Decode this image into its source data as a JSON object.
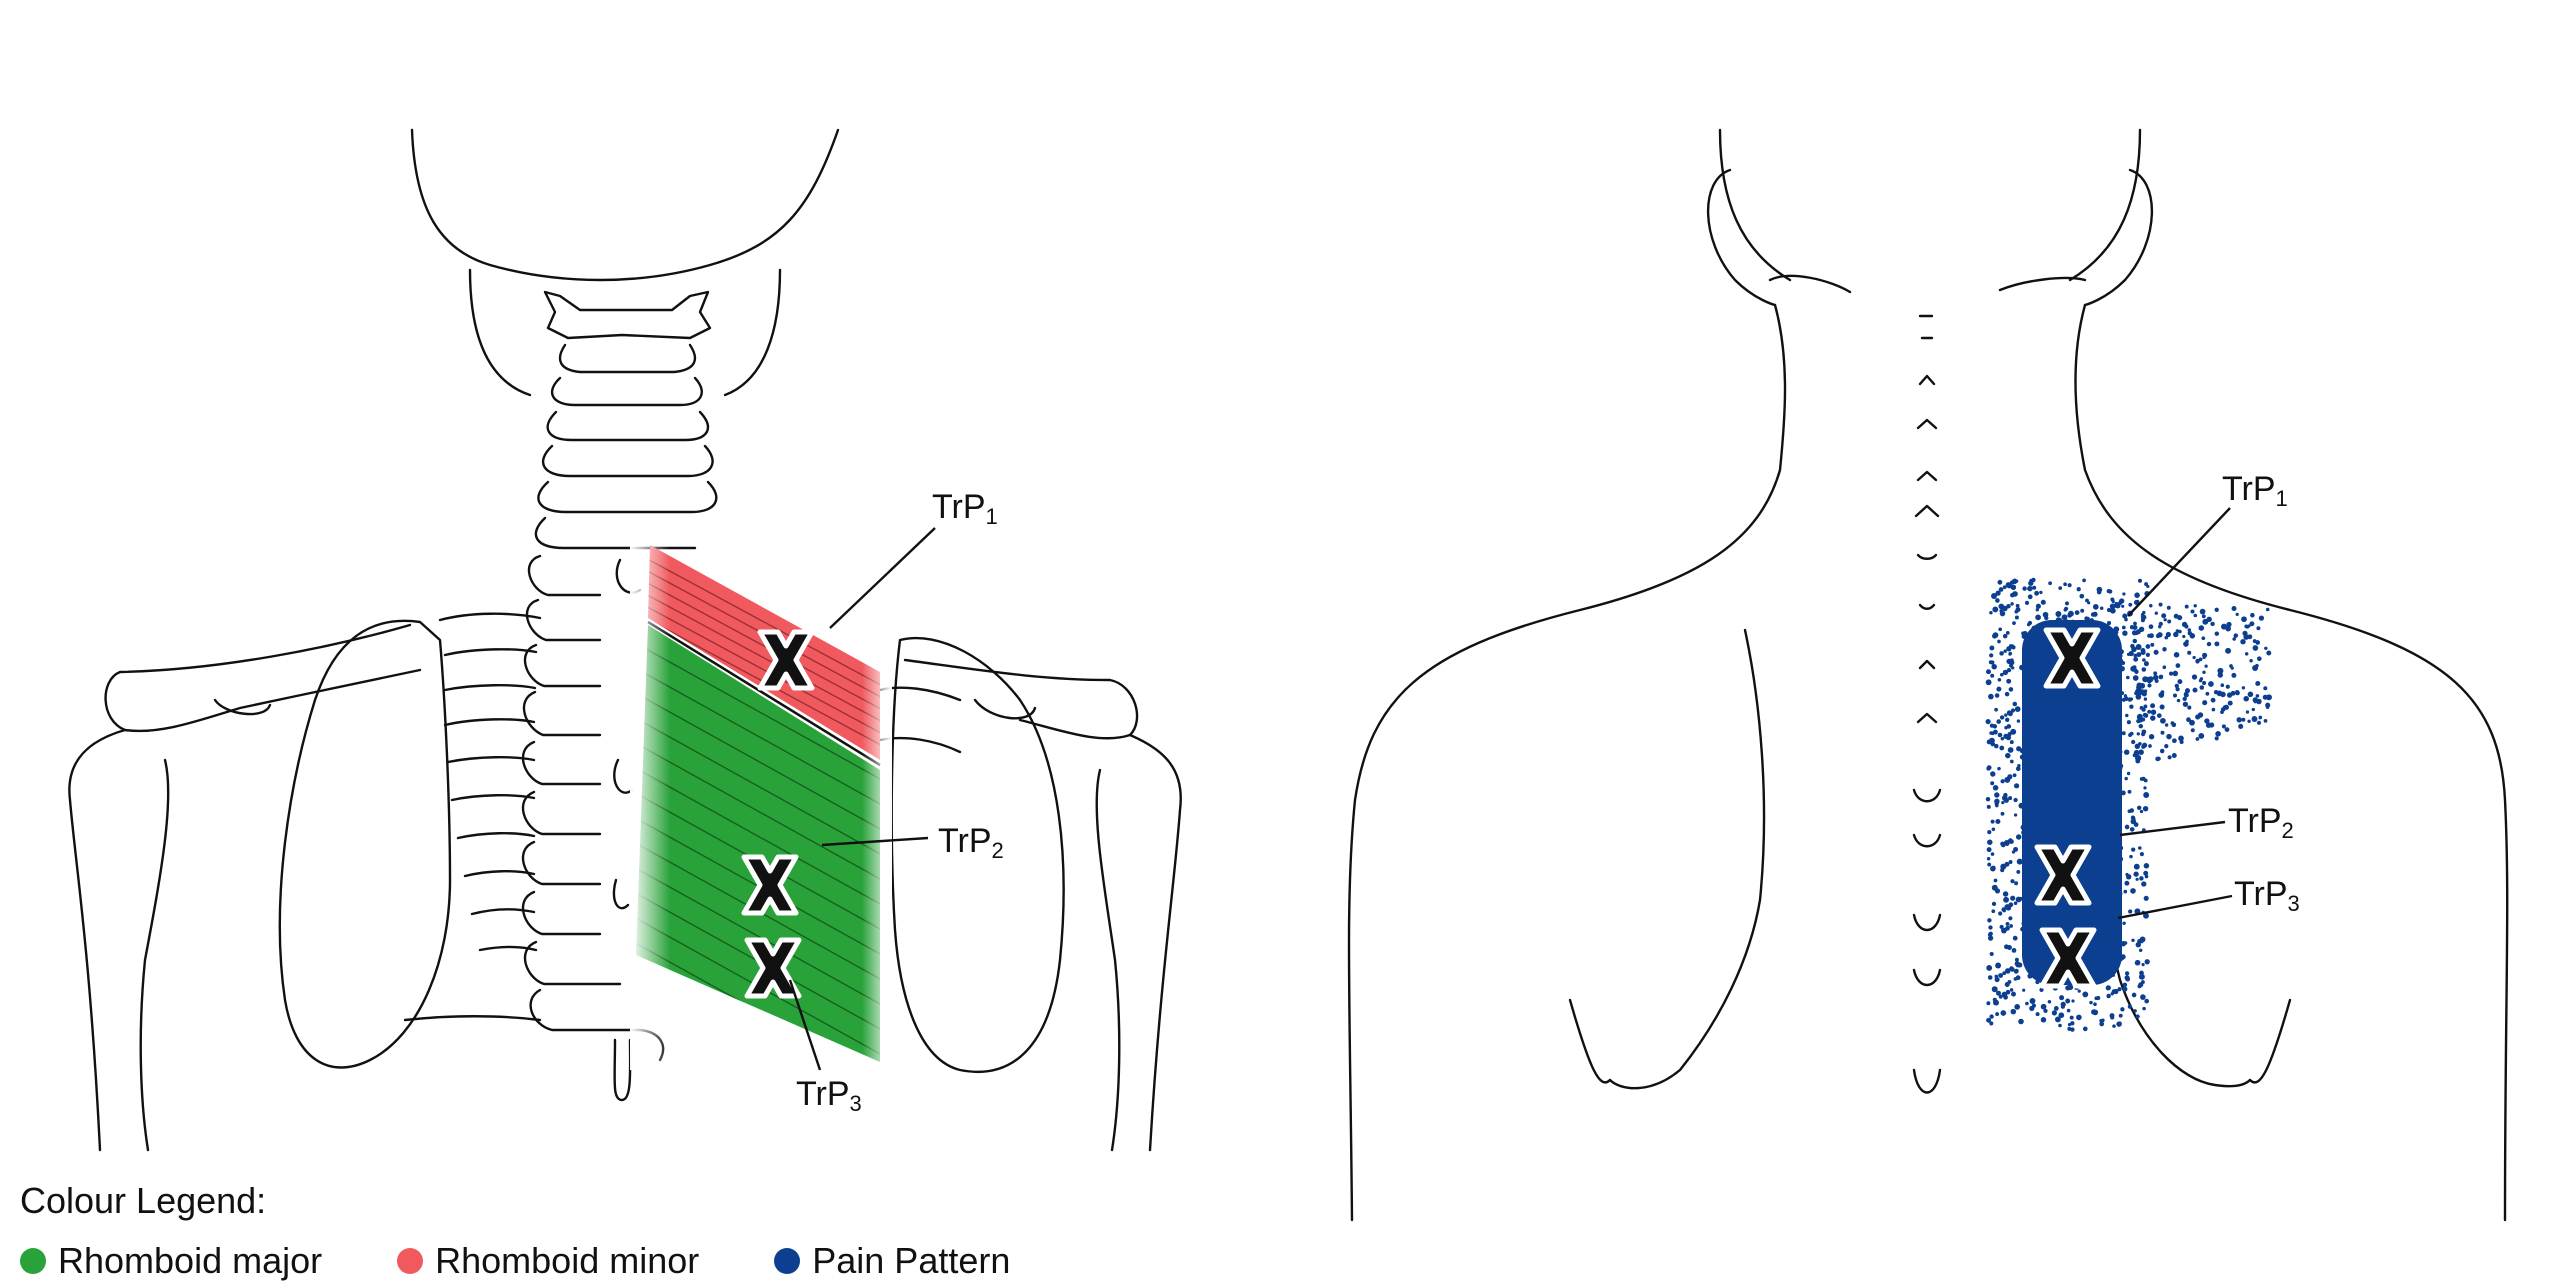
{
  "legend": {
    "title": "Colour Legend:",
    "items": [
      {
        "label": "Rhomboid major",
        "color": "#2aa23a"
      },
      {
        "label": "Rhomboid minor",
        "color": "#f05a5f"
      },
      {
        "label": "Pain Pattern",
        "color": "#0c3f8f"
      }
    ]
  },
  "labels": {
    "left": [
      {
        "main": "TrP",
        "sub": "1"
      },
      {
        "main": "TrP",
        "sub": "2"
      },
      {
        "main": "TrP",
        "sub": "3"
      }
    ],
    "right": [
      {
        "main": "TrP",
        "sub": "1"
      },
      {
        "main": "TrP",
        "sub": "2"
      },
      {
        "main": "TrP",
        "sub": "3"
      }
    ]
  },
  "colors": {
    "outline": "#111111",
    "rhomboid_major": "#2aa23a",
    "rhomboid_minor": "#f05a5f",
    "pain": "#0c3f8f"
  }
}
